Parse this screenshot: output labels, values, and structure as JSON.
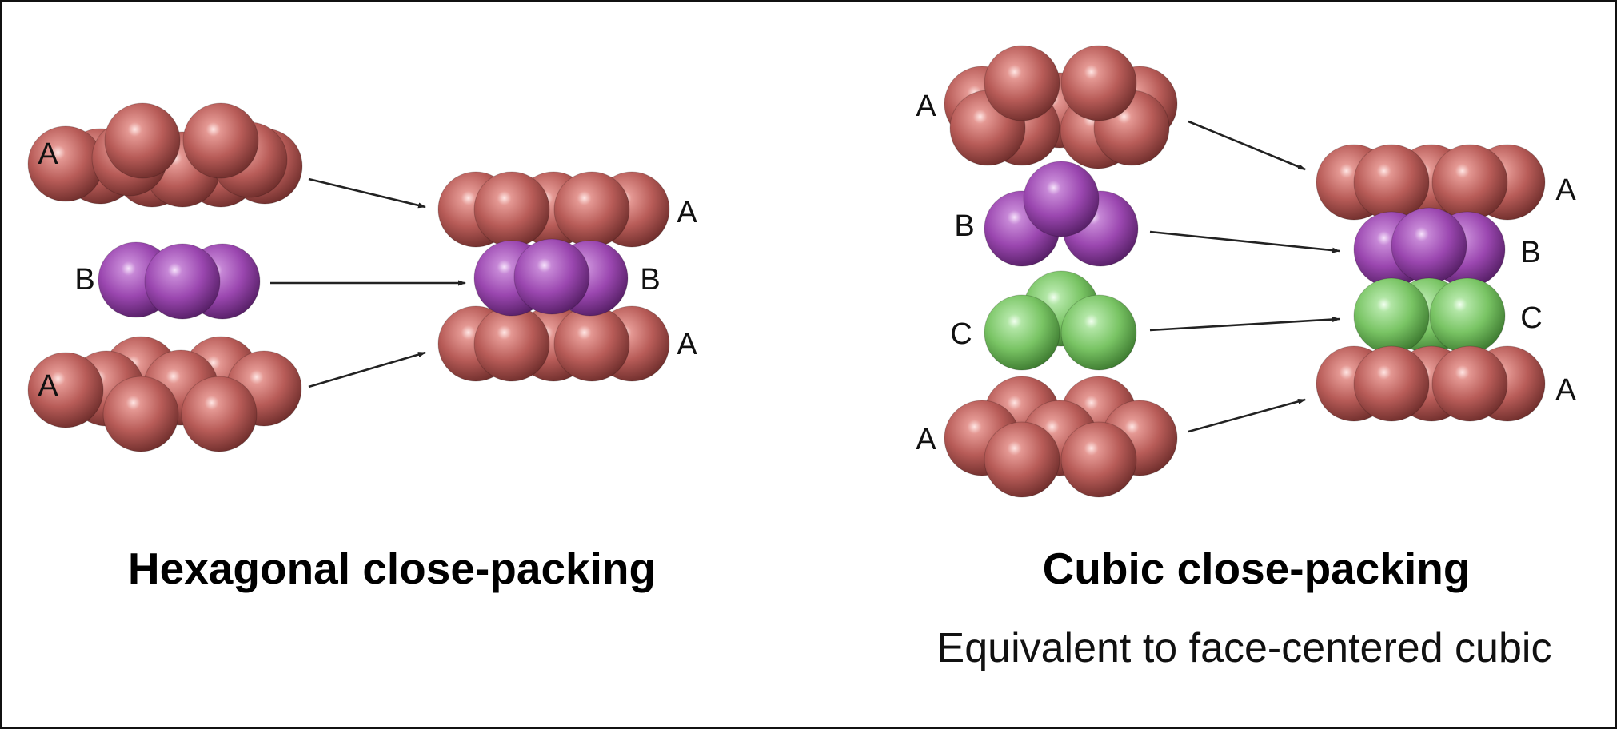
{
  "colors": {
    "layer_A": "#b85c58",
    "layer_B": "#9b47b0",
    "layer_C": "#79c464"
  },
  "hexagonal": {
    "title": "Hexagonal close-packing",
    "left_labels": [
      "A",
      "B",
      "A"
    ],
    "stack_labels": [
      "A",
      "B",
      "A"
    ]
  },
  "cubic": {
    "title": "Cubic close-packing",
    "subtitle": "Equivalent to face-centered cubic",
    "left_labels": [
      "A",
      "B",
      "C",
      "A"
    ],
    "stack_labels": [
      "A",
      "B",
      "C",
      "A"
    ]
  }
}
